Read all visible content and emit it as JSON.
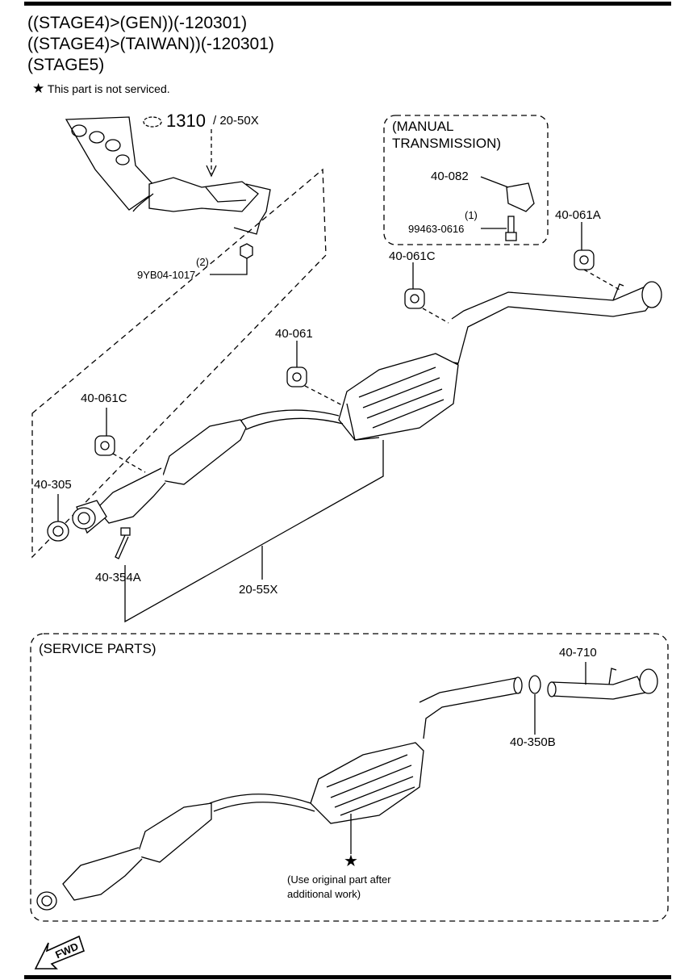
{
  "header": {
    "line1": "((STAGE4)>(GEN))(-120301)",
    "line2": "((STAGE4)>(TAIWAN))(-120301)",
    "line3": "(STAGE5)"
  },
  "note": {
    "star": "★",
    "text": "This part is not serviced."
  },
  "labels": {
    "l1310": "1310",
    "l2050x": "/ 20-50X",
    "manual1": "(MANUAL",
    "manual2": "TRANSMISSION)",
    "l40082": "40-082",
    "qty1": "(1)",
    "l99463": "99463-0616",
    "l40061a": "40-061A",
    "qty2": "(2)",
    "l9yb04": "9YB04-1017",
    "l40061c_top": "40-061C",
    "l40061": "40-061",
    "l40061c_left": "40-061C",
    "l40305": "40-305",
    "l40354a": "40-354A",
    "l2055x": "20-55X",
    "service": "(SERVICE PARTS)",
    "l40710": "40-710",
    "l40350b": "40-350B",
    "star": "★",
    "use1": "(Use original part after",
    "use2": "additional work)",
    "fwd": "FWD"
  }
}
